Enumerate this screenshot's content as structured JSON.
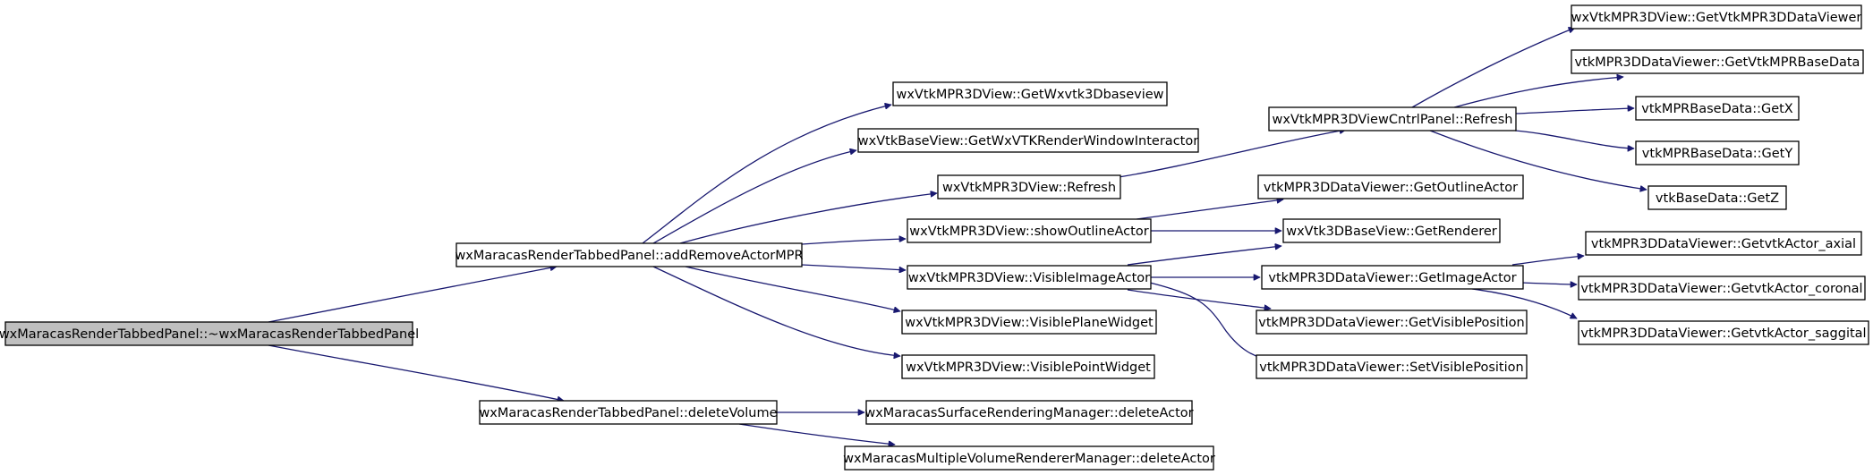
{
  "graph": {
    "colors": {
      "edge": "#191970",
      "root_fill": "#bfbfbf",
      "node_fill": "#ffffff",
      "border": "#000000"
    },
    "nodes": {
      "root": "wxMaracasRenderTabbedPanel::~wxMaracasRenderTabbedPanel",
      "addRemove": "wxMaracasRenderTabbedPanel::addRemoveActorMPR",
      "deleteVolume": "wxMaracasRenderTabbedPanel::deleteVolume",
      "getWxvtk3D": "wxVtkMPR3DView::GetWxvtk3Dbaseview",
      "getWxVTKRWI": "wxVtkBaseView::GetWxVTKRenderWindowInteractor",
      "refresh3D": "wxVtkMPR3DView::Refresh",
      "showOutline": "wxVtkMPR3DView::showOutlineActor",
      "visibleImage": "wxVtkMPR3DView::VisibleImageActor",
      "visiblePlane": "wxVtkMPR3DView::VisiblePlaneWidget",
      "visiblePoint": "wxVtkMPR3DView::VisiblePointWidget",
      "surfDelete": "wxMaracasSurfaceRenderingManager::deleteActor",
      "multiDelete": "wxMaracasMultipleVolumeRendererManager::deleteActor",
      "cntrlRefresh": "wxVtkMPR3DViewCntrlPanel::Refresh",
      "getOutline": "vtkMPR3DDataViewer::GetOutlineActor",
      "getRenderer": "wxVtk3DBaseView::GetRenderer",
      "getImageActor": "vtkMPR3DDataViewer::GetImageActor",
      "getVisiblePos": "vtkMPR3DDataViewer::GetVisiblePosition",
      "setVisiblePos": "vtkMPR3DDataViewer::SetVisiblePosition",
      "getDataViewer": "wxVtkMPR3DView::GetVtkMPR3DDataViewer",
      "getBaseData": "vtkMPR3DDataViewer::GetVtkMPRBaseData",
      "getX": "vtkMPRBaseData::GetX",
      "getY": "vtkMPRBaseData::GetY",
      "getZ": "vtkBaseData::GetZ",
      "axial": "vtkMPR3DDataViewer::GetvtkActor_axial",
      "coronal": "vtkMPR3DDataViewer::GetvtkActor_coronal",
      "saggital": "vtkMPR3DDataViewer::GetvtkActor_saggital"
    }
  }
}
